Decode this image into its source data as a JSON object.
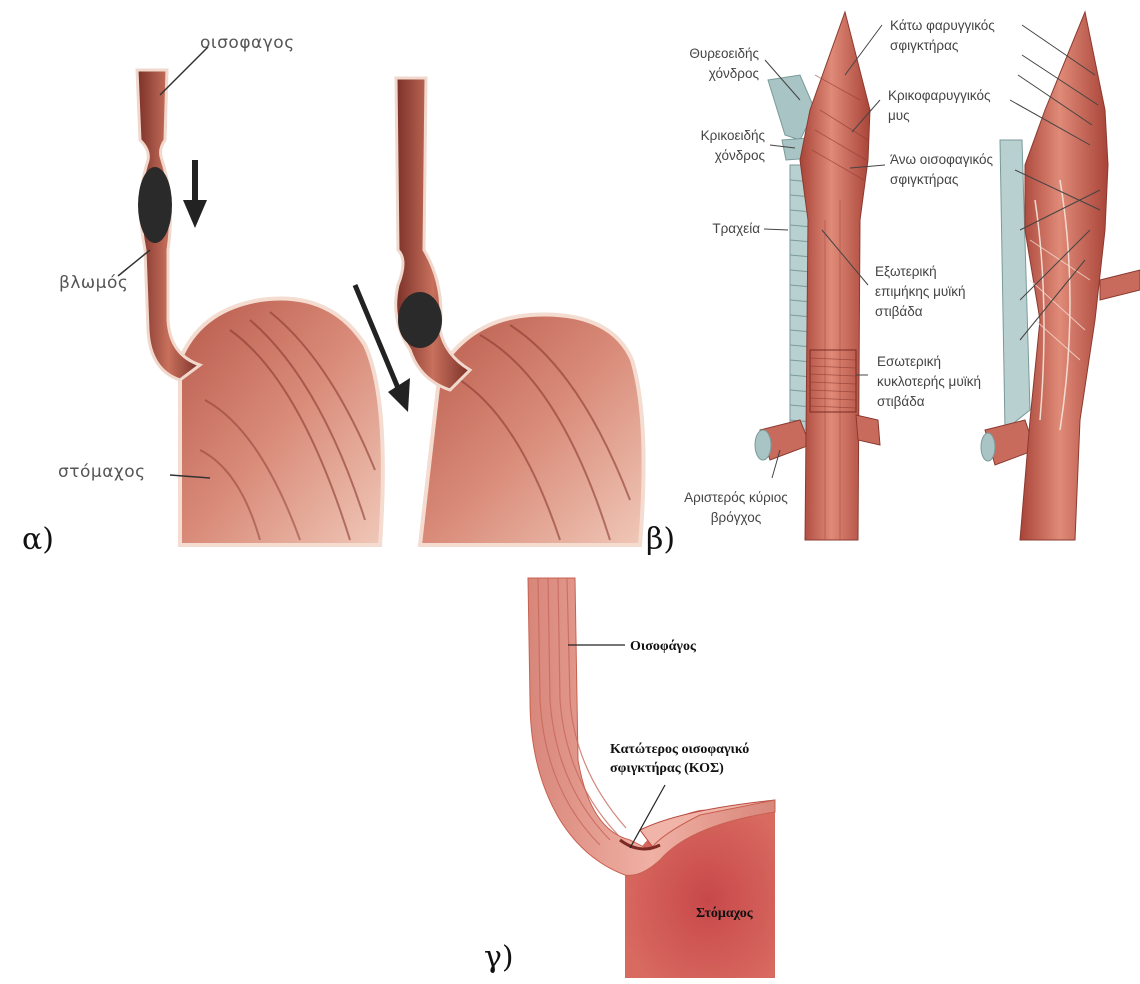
{
  "panels": {
    "a": {
      "letter": "α)",
      "labels": {
        "esophagus": "οισοφαγος",
        "bolus": "βλωμός",
        "stomach": "στόμαχος"
      }
    },
    "b": {
      "letter": "β)",
      "labels": {
        "thyroid_1": "Θυρεοειδής",
        "thyroid_2": "χόνδρος",
        "cricoid_1": "Κρικοειδής",
        "cricoid_2": "χόνδρος",
        "trachea": "Τραχεία",
        "bronchus_1": "Αριστερός κύριος",
        "bronchus_2": "βρόγχος",
        "inf_constrictor_1": "Κάτω φαρυγγικός",
        "inf_constrictor_2": "σφιγκτήρας",
        "cricopharyngeus_1": "Κρικοφαρυγγικός",
        "cricopharyngeus_2": "μυς",
        "ues_1": "Άνω οισοφαγικός",
        "ues_2": "σφιγκτήρας",
        "outer_layer_1": "Εξωτερική",
        "outer_layer_2": "επιμήκης μυϊκή",
        "outer_layer_3": "στιβάδα",
        "inner_layer_1": "Εσωτερική",
        "inner_layer_2": "κυκλοτερής μυϊκή",
        "inner_layer_3": "στιβάδα"
      }
    },
    "g": {
      "letter": "γ)",
      "labels": {
        "esophagus": "Οισοφάγος",
        "les_1": "Κατώτερος οισοφαγικό",
        "les_2": "σφιγκτήρας (ΚΟΣ)",
        "stomach": "Στόμαχος"
      }
    }
  },
  "colors": {
    "tissue": "#c86a5c",
    "tissue_dark": "#8a3a30",
    "tissue_light": "#e8a898",
    "cartilage": "#a9c4c4",
    "bolus": "#2a2a2a",
    "stomach_g": "#c84a44"
  }
}
